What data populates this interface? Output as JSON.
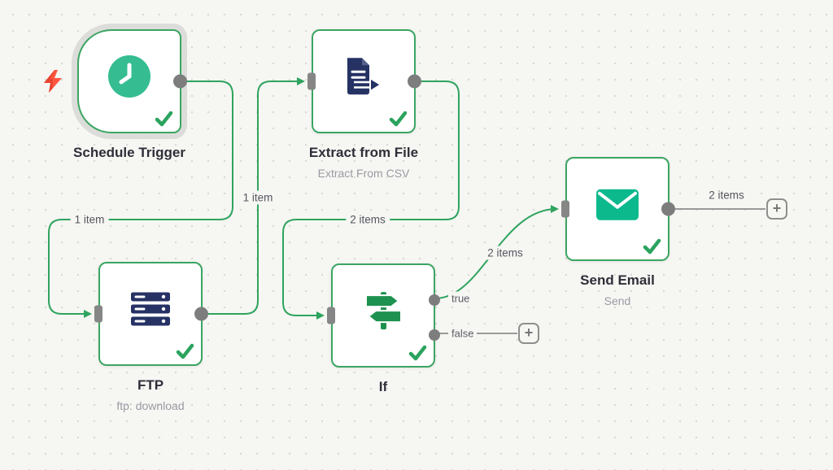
{
  "colors": {
    "success_green": "#2fa45e",
    "node_border_green": "#3ba562",
    "endpoint_gray": "#7d7d7d",
    "stub_gray": "#9a9a9a",
    "icon_navy": "#263264",
    "icon_clock_teal": "#35bd91",
    "icon_mail_teal": "#0cb98c",
    "icon_if_green": "#1d9150",
    "bolt_red": "#ff5640"
  },
  "ui": {
    "plus": "+"
  },
  "trigger_indicator": {
    "icon": "lightning-bolt-icon"
  },
  "nodes": {
    "schedule": {
      "title": "Schedule Trigger",
      "icon": "clock-icon",
      "status": "success"
    },
    "extract": {
      "title": "Extract from File",
      "subtitle": "Extract From CSV",
      "icon": "file-export-icon",
      "status": "success"
    },
    "ftp": {
      "title": "FTP",
      "subtitle": "ftp: download",
      "icon": "server-icon",
      "status": "success"
    },
    "if": {
      "title": "If",
      "icon": "signpost-icon",
      "status": "success",
      "outputs": {
        "true_label": "true",
        "false_label": "false"
      }
    },
    "send_email": {
      "title": "Send Email",
      "subtitle": "Send",
      "icon": "envelope-icon",
      "status": "success"
    }
  },
  "connections": {
    "schedule_to_ftp": {
      "label": "1 item"
    },
    "ftp_to_extract": {
      "label": "1 item"
    },
    "extract_to_if": {
      "label": "2 items"
    },
    "if_true_to_send_email": {
      "label": "2 items"
    },
    "send_email_to_add": {
      "label": "2 items"
    },
    "if_false_to_add": {
      "label": ""
    }
  }
}
